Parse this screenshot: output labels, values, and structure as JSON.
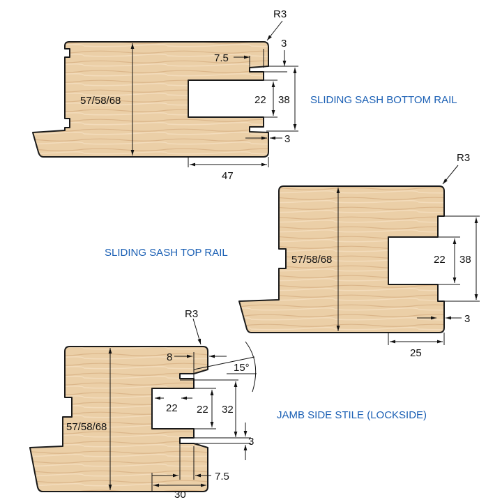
{
  "colors": {
    "wood": "#e9cca3",
    "outline": "#1a1a1a",
    "title": "#1a5fb4"
  },
  "profiles": [
    {
      "title": "SLIDING SASH BOTTOM RAIL",
      "radius": "R3",
      "thickness": "57/58/68",
      "dims": [
        "7.5",
        "3",
        "22",
        "38",
        "3",
        "47"
      ]
    },
    {
      "title": "SLIDING SASH TOP RAIL",
      "radius": "R3",
      "thickness": "57/58/68",
      "dims": [
        "22",
        "38",
        "3",
        "25"
      ]
    },
    {
      "title": "JAMB SIDE STILE (LOCKSIDE)",
      "radius": "R3",
      "thickness": "57/58/68",
      "dims": [
        "8",
        "15°",
        "22",
        "22",
        "32",
        "3",
        "7.5",
        "30"
      ]
    }
  ]
}
